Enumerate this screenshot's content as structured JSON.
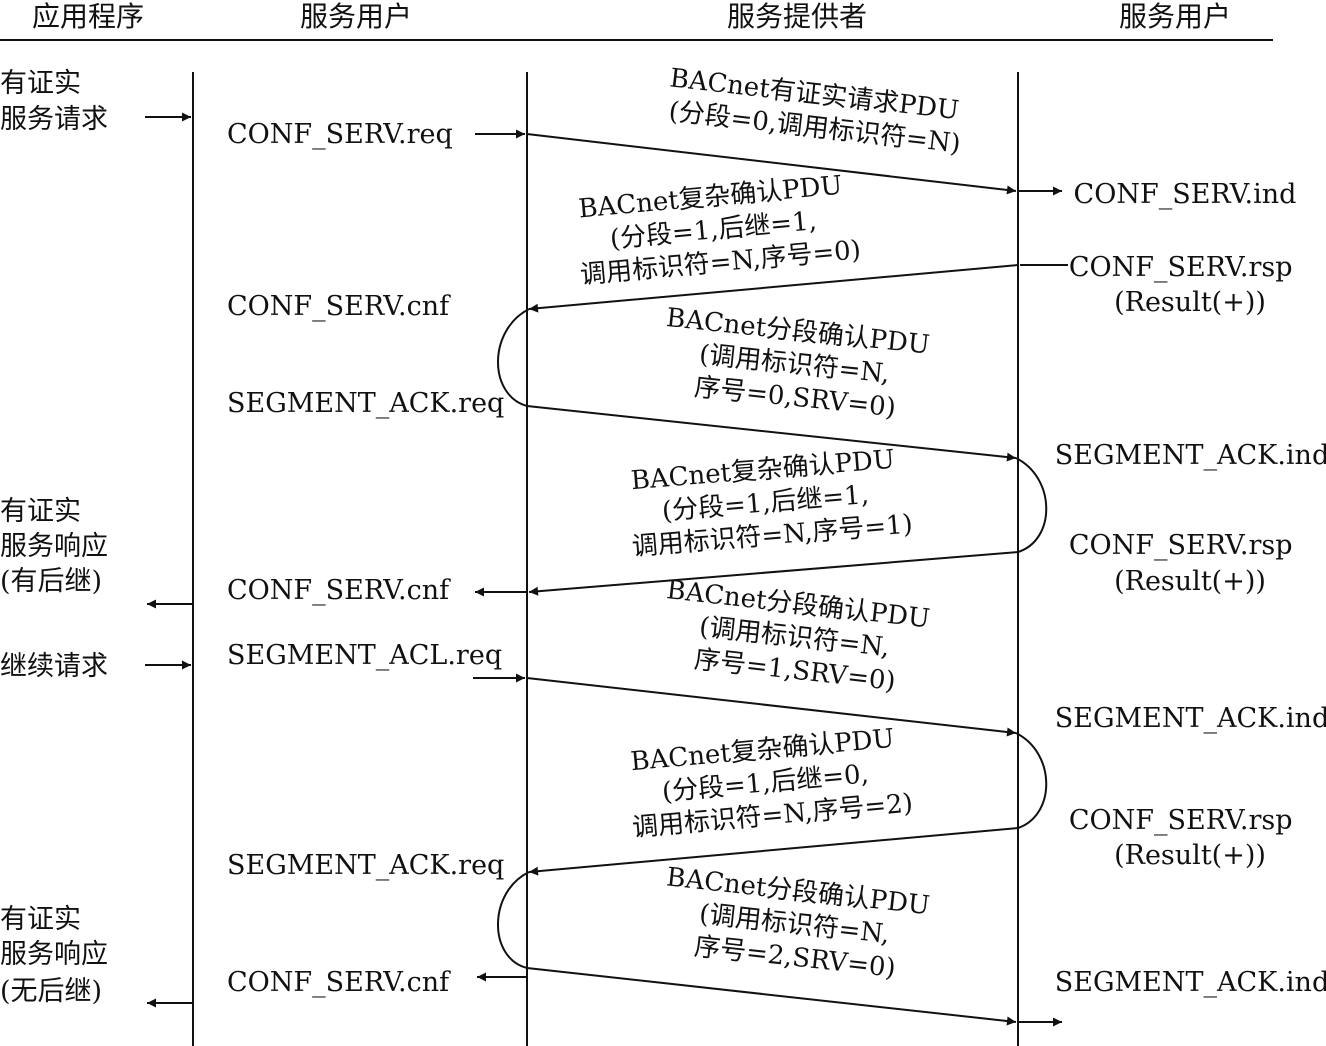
{
  "headers": [
    "应用程序",
    "服务用户",
    "服务提供者",
    "服务用户"
  ],
  "app_labels": [
    [
      "有证实",
      "服务请求"
    ],
    [
      "有证实",
      "服务响应",
      "(有后继)"
    ],
    [
      "继续请求"
    ],
    [
      "有证实",
      "服务响应",
      "(无后继)"
    ]
  ],
  "user_labels": [
    "CONF_SERV.req",
    "CONF_SERV.cnf",
    "SEGMENT_ACK.req",
    "CONF_SERV.cnf",
    "SEGMENT_ACL.req",
    "SEGMENT_ACK.req",
    "CONF_SERV.cnf"
  ],
  "peer_labels": [
    [
      "CONF_SERV.ind"
    ],
    [
      "CONF_SERV.rsp",
      "(Result(+))"
    ],
    [
      "SEGMENT_ACK.ind"
    ],
    [
      "CONF_SERV.rsp",
      "(Result(+))"
    ],
    [
      "SEGMENT_ACK.ind"
    ],
    [
      "CONF_SERV.rsp",
      "(Result(+))"
    ],
    [
      "SEGMENT_ACK.ind"
    ]
  ],
  "messages": [
    [
      "BACnet有证实请求PDU",
      "(分段=0,调用标识符=N)"
    ],
    [
      "BACnet复杂确认PDU",
      "(分段=1,后继=1,",
      "调用标识符=N,序号=0)"
    ],
    [
      "BACnet分段确认PDU",
      "(调用标识符=N,",
      "序号=0,SRV=0)"
    ],
    [
      "BACnet复杂确认PDU",
      "(分段=1,后继=1,",
      "调用标识符=N,序号=1)"
    ],
    [
      "BACnet分段确认PDU",
      "(调用标识符=N,",
      "序号=1,SRV=0)"
    ],
    [
      "BACnet复杂确认PDU",
      "(分段=1,后继=0,",
      "调用标识符=N,序号=2)"
    ],
    [
      "BACnet分段确认PDU",
      "(调用标识符=N,",
      "序号=2,SRV=0)"
    ]
  ]
}
